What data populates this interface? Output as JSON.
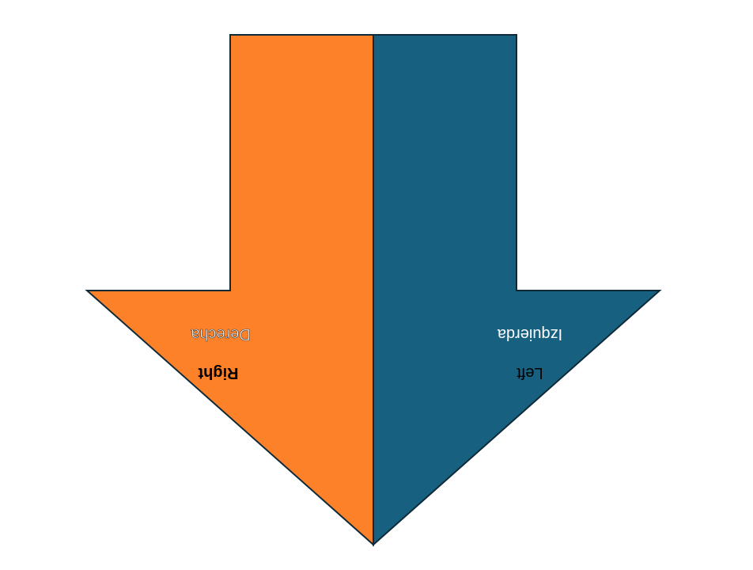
{
  "diagram": {
    "left_half": {
      "primary_label": "Right",
      "secondary_label": "Derecha",
      "fill_color": "#fd8128",
      "primary_text_color": "#000000",
      "secondary_text_color": "#ffffff"
    },
    "right_half": {
      "primary_label": "Left",
      "secondary_label": "Izquierda",
      "fill_color": "#186080",
      "primary_text_color": "#000000",
      "secondary_text_color": "#ffffff"
    },
    "outline_color": "#0e2a38",
    "text_orientation": "upside-down"
  }
}
